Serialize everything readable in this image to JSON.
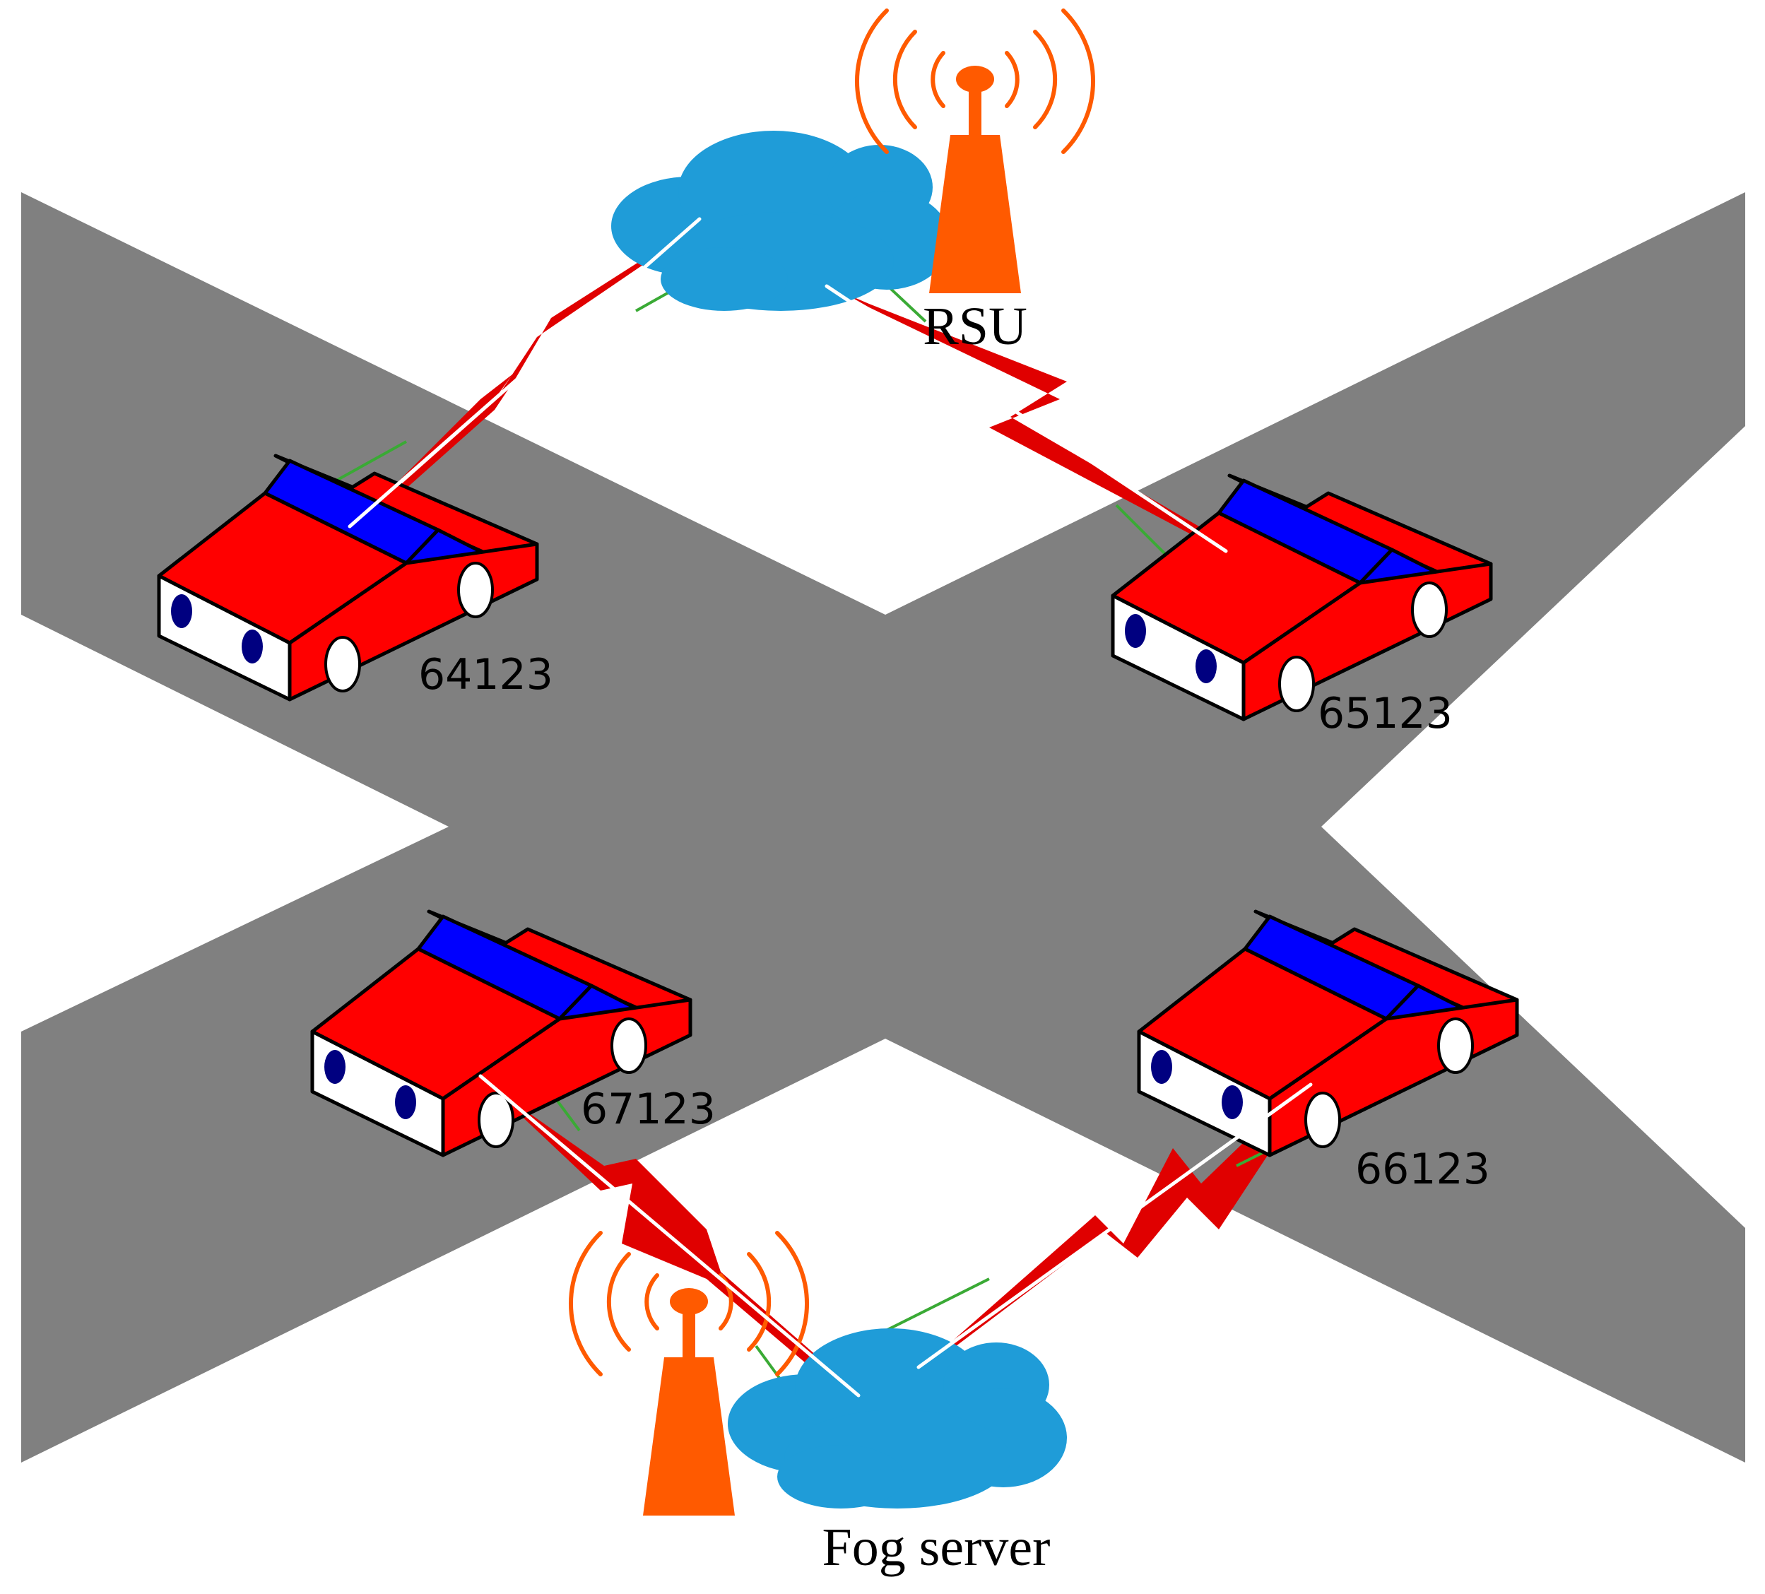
{
  "diagram": {
    "nodes": {
      "rsu": {
        "label": "RSU"
      },
      "fog_server": {
        "label": "Fog server"
      }
    },
    "vehicles": [
      {
        "id": "64123"
      },
      {
        "id": "65123"
      },
      {
        "id": "67123"
      },
      {
        "id": "66123"
      }
    ],
    "links": [
      {
        "from": "64123",
        "to": "rsu"
      },
      {
        "from": "65123",
        "to": "rsu"
      },
      {
        "from": "67123",
        "to": "fog_server"
      },
      {
        "from": "66123",
        "to": "fog_server"
      }
    ]
  },
  "colors": {
    "road": "#808080",
    "car_body": "#ff0000",
    "car_glass": "#0000ff",
    "car_wheel": "#ffffff",
    "car_light": "#000080",
    "cloud": "#1f9cd8",
    "antenna": "#ff5a00",
    "lightning": "#e00000",
    "accent_line": "#3aaa35"
  },
  "icons": [
    "cloud-icon",
    "antenna-tower-icon",
    "car-icon",
    "lightning-link-icon"
  ]
}
